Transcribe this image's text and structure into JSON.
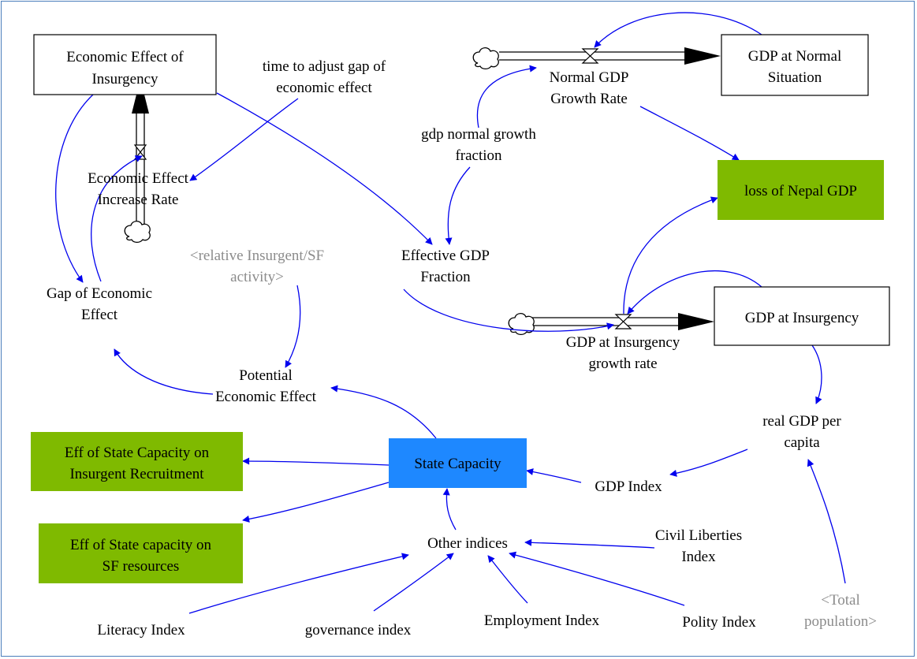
{
  "colors": {
    "link": "#0000ee",
    "output_fill": "#7fba00",
    "state_capacity_fill": "#1e88ff",
    "shadow_text": "#8c8c8c",
    "frame": "#4a7ebb"
  },
  "stocks": {
    "economic_effect": [
      "Economic Effect of",
      "Insurgency"
    ],
    "gdp_normal": [
      "GDP at Normal",
      "Situation"
    ],
    "gdp_insurgency": [
      "GDP at Insurgency"
    ]
  },
  "outputs": {
    "loss_gdp": [
      "loss of Nepal GDP"
    ],
    "eff_recruitment": [
      "Eff of State Capacity on",
      "Insurgent Recruitment"
    ],
    "eff_sf": [
      "Eff of State capacity on",
      "SF resources"
    ]
  },
  "hub": {
    "state_capacity": [
      "State Capacity"
    ]
  },
  "flows": {
    "economic_increase": [
      "Economic Effect",
      "Increase Rate"
    ],
    "normal_growth": [
      "Normal GDP",
      "Growth Rate"
    ],
    "insurgency_growth": [
      "GDP at Insurgency",
      "growth rate"
    ]
  },
  "variables": {
    "time_adjust": [
      "time to adjust gap of",
      "economic effect"
    ],
    "gdp_normal_fraction": [
      "gdp normal growth",
      "fraction"
    ],
    "effective_gdp": [
      "Effective GDP",
      "Fraction"
    ],
    "gap_economic": [
      "Gap of Economic",
      "Effect"
    ],
    "potential_economic": [
      "Potential",
      "Economic Effect"
    ],
    "real_gdp": [
      "real GDP per",
      "capita"
    ],
    "gdp_index": [
      "GDP Index"
    ],
    "other_indices": [
      "Other indices"
    ],
    "civil_liberties": [
      "Civil Liberties",
      "Index"
    ],
    "literacy": [
      "Literacy Index"
    ],
    "governance": [
      "governance index"
    ],
    "employment": [
      "Employment Index"
    ],
    "polity": [
      "Polity Index"
    ]
  },
  "shadows": {
    "relative_activity": [
      "<relative Insurgent/SF",
      "activity>"
    ],
    "total_population": [
      "<Total",
      "population>"
    ]
  }
}
